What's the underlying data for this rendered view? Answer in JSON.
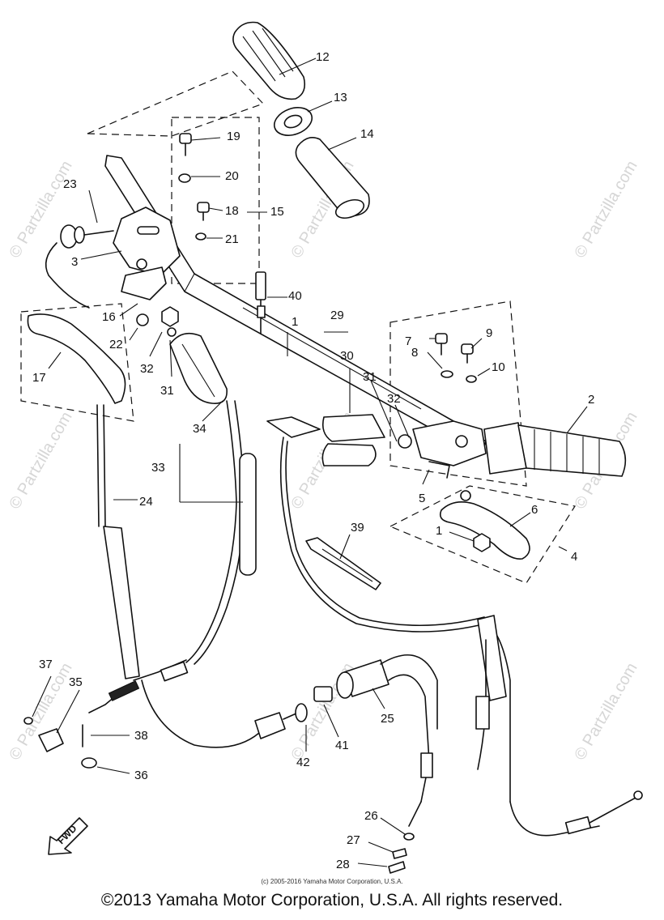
{
  "watermark": "© Partzilla.com",
  "fwd_label": "FWD",
  "labels": {
    "n1a": "1",
    "n1b": "1",
    "n2": "2",
    "n3": "3",
    "n4": "4",
    "n5": "5",
    "n6": "6",
    "n7": "7",
    "n8": "8",
    "n9": "9",
    "n10": "10",
    "n12": "12",
    "n13": "13",
    "n14": "14",
    "n15": "15",
    "n16": "16",
    "n17": "17",
    "n18": "18",
    "n19": "19",
    "n20": "20",
    "n21": "21",
    "n22": "22",
    "n23": "23",
    "n24": "24",
    "n25": "25",
    "n26": "26",
    "n27": "27",
    "n28": "28",
    "n29": "29",
    "n30": "30",
    "n31a": "31",
    "n31b": "31",
    "n32a": "32",
    "n32b": "32",
    "n33": "33",
    "n34": "34",
    "n35": "35",
    "n36": "36",
    "n37": "37",
    "n38": "38",
    "n39": "39",
    "n40": "40",
    "n41": "41",
    "n42": "42"
  },
  "small_copyright": "(c) 2005-2016 Yamaha Motor Corporation, U.S.A.",
  "footer_copyright": "©2013 Yamaha Motor Corporation, U.S.A. All rights reserved."
}
